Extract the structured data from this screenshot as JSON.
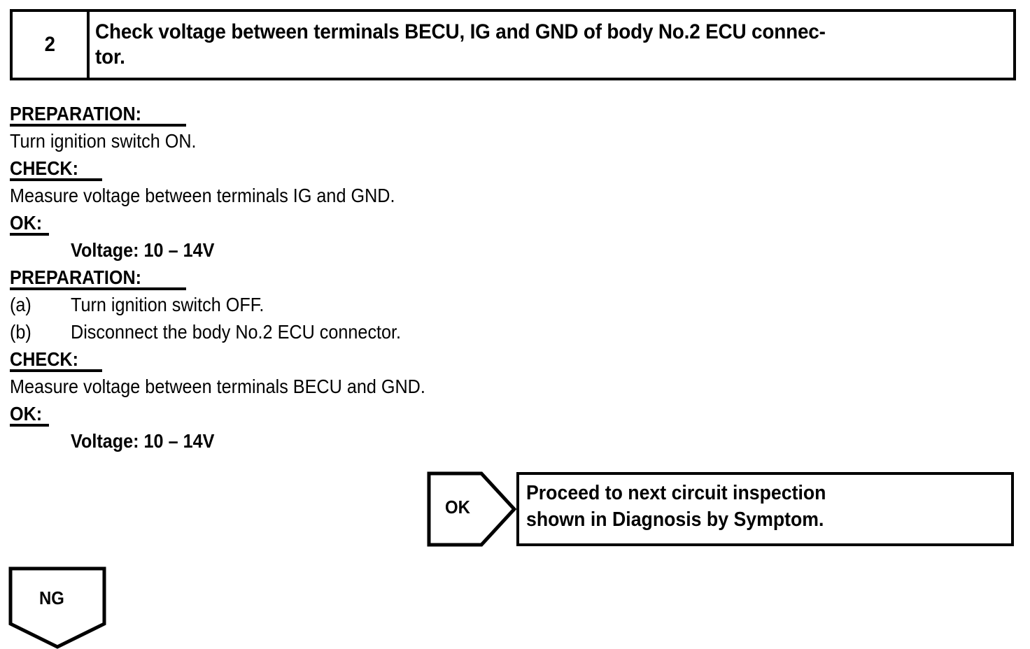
{
  "step_header": {
    "number": "2",
    "title_line1": "Check voltage between terminals BECU, IG and GND of body No.2 ECU connec-",
    "title_line2": "tor."
  },
  "body": {
    "sections": [
      {
        "heading": "PREPARATION:",
        "text": "Turn ignition switch ON."
      },
      {
        "heading": "CHECK:",
        "text": "Measure voltage between terminals IG and GND."
      },
      {
        "heading": "OK:",
        "value": "Voltage: 10 – 14V"
      },
      {
        "heading": "PREPARATION:",
        "items": [
          {
            "marker": "(a)",
            "text": "Turn ignition switch OFF."
          },
          {
            "marker": "(b)",
            "text": "Disconnect the body No.2 ECU connector."
          }
        ]
      },
      {
        "heading": "CHECK:",
        "text": "Measure voltage between terminals BECU and GND."
      },
      {
        "heading": "OK:",
        "value": "Voltage: 10 – 14V"
      }
    ],
    "prep_heading_1": "PREPARATION:",
    "prep_text_1": "Turn ignition switch ON.",
    "check_heading_1": "CHECK:",
    "check_text_1": "Measure voltage between terminals IG and GND.",
    "ok_heading_1": "OK:",
    "ok_value_1": "Voltage: 10 – 14V",
    "prep_heading_2": "PREPARATION:",
    "item_a_marker": "(a)",
    "item_a_text": "Turn ignition switch OFF.",
    "item_b_marker": "(b)",
    "item_b_text": "Disconnect the body No.2 ECU connector.",
    "check_heading_2": "CHECK:",
    "check_text_2": "Measure voltage between terminals BECU and GND.",
    "ok_heading_2": "OK:",
    "ok_value_2": "Voltage: 10 – 14V"
  },
  "ok_branch": {
    "label": "OK",
    "result_line1": "Proceed to next circuit inspection",
    "result_line2": "shown in Diagnosis by Symptom."
  },
  "ng_branch": {
    "label": "NG"
  },
  "colors": {
    "ink": "#000000",
    "paper": "#ffffff"
  }
}
